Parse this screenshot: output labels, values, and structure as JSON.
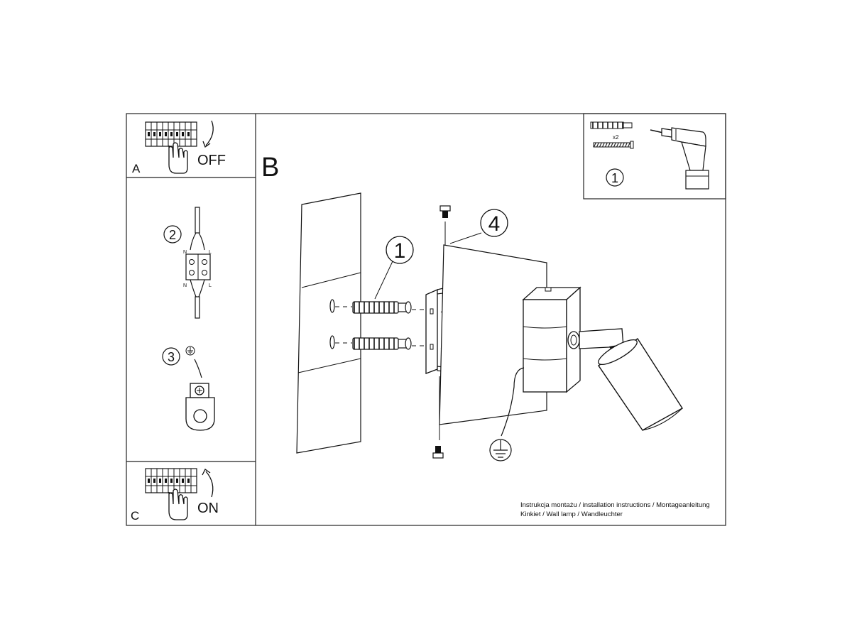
{
  "panels": {
    "a": {
      "letter": "A",
      "action": "OFF"
    },
    "c": {
      "letter": "C",
      "action": "ON"
    },
    "b": {
      "letter": "B"
    }
  },
  "tools": {
    "step": "1",
    "anchor_count": "x2"
  },
  "callouts": {
    "dowel": "1",
    "cable": "2",
    "earth": "3",
    "housing": "4"
  },
  "terminal_labels": {
    "top_n": "N",
    "top_l": "L",
    "bottom_n": "N",
    "bottom_l": "L"
  },
  "footer": {
    "line1": "Instrukcja montażu / installation instructions / Montageanleitung",
    "line2": "Kinkiet / Wall lamp / Wandleuchter"
  }
}
